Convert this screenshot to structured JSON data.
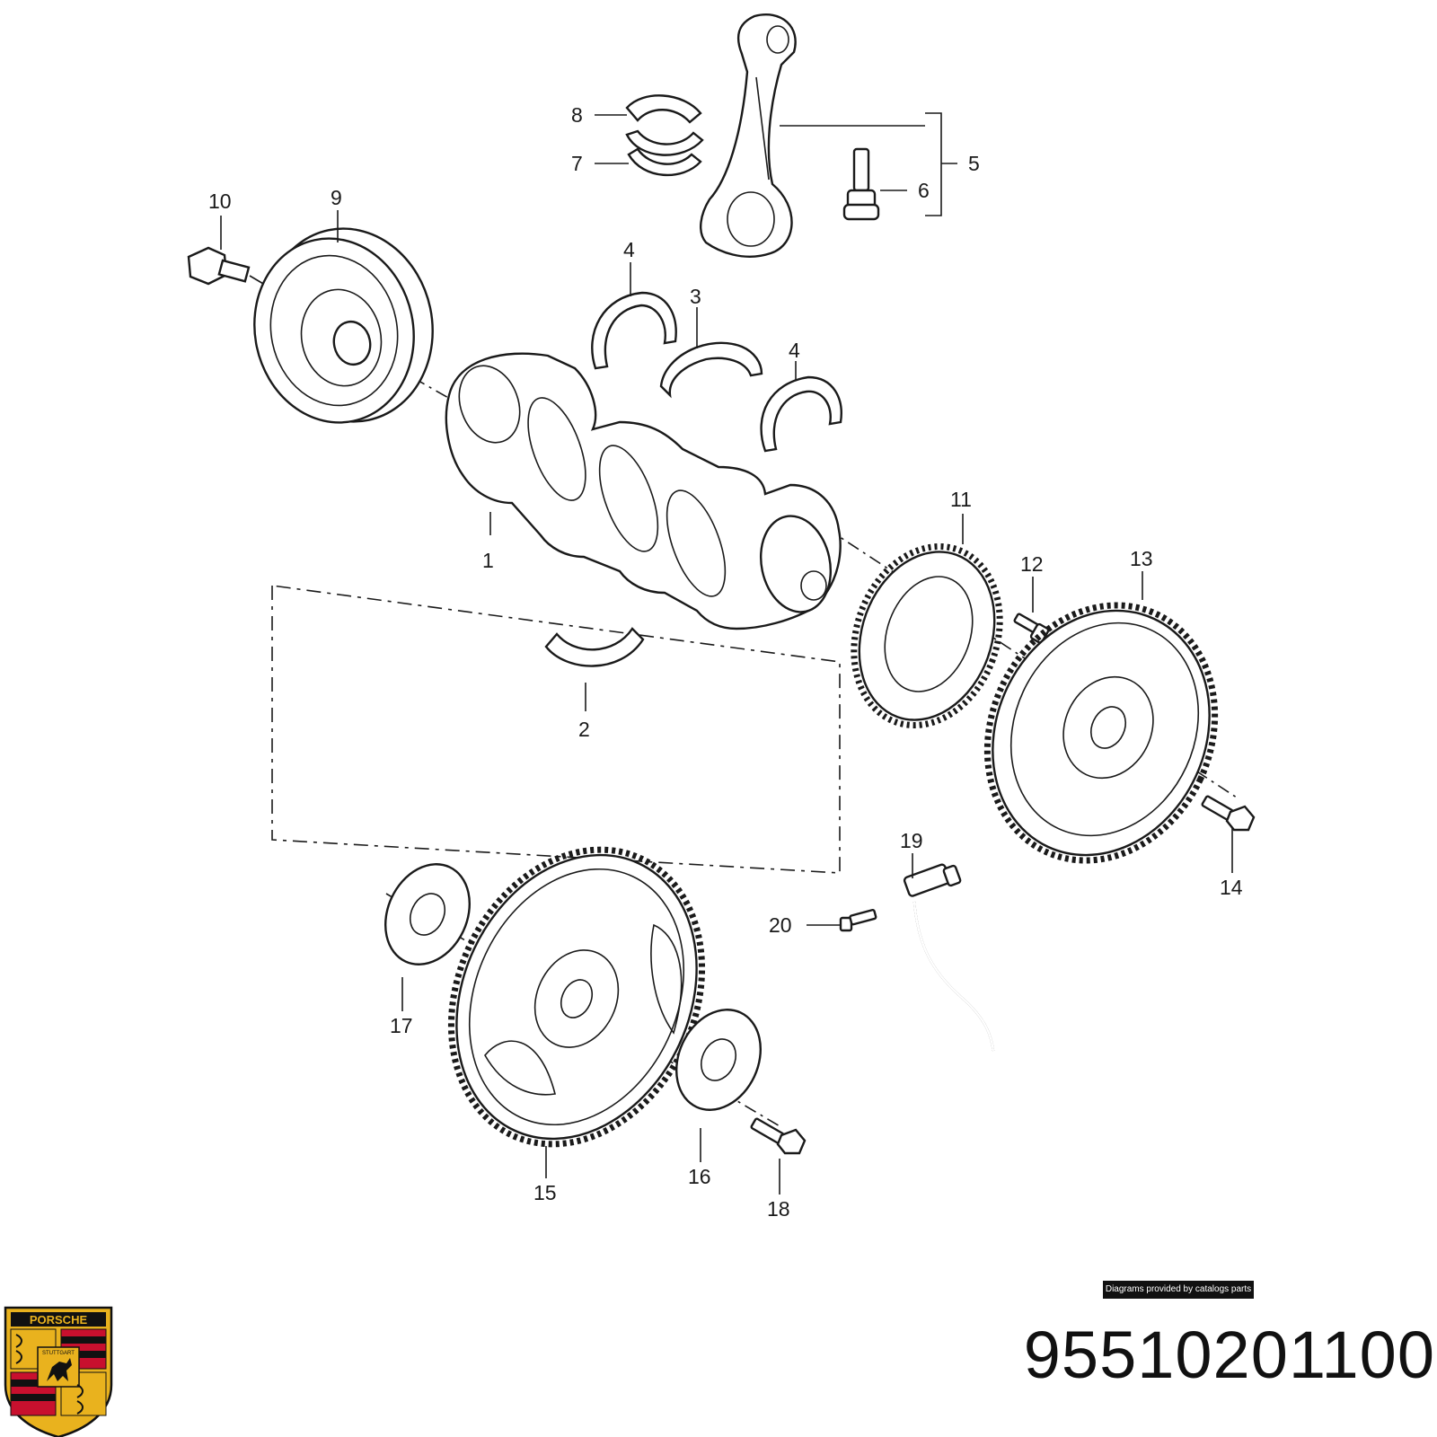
{
  "diagram": {
    "callouts": [
      "1",
      "2",
      "3",
      "4",
      "4",
      "5",
      "6",
      "7",
      "8",
      "9",
      "10",
      "11",
      "12",
      "13",
      "14",
      "15",
      "16",
      "17",
      "18",
      "19",
      "20"
    ]
  },
  "footer": {
    "credit": "Diagrams provided by catalogs parts",
    "part_number": "95510201100",
    "logo": {
      "icon": "porsche-crest-icon",
      "lettering": [
        "PORSCHE",
        "STUTTGART"
      ],
      "colors": {
        "gold": "#e9b21e",
        "black": "#111111",
        "red": "#c8102e"
      }
    }
  }
}
